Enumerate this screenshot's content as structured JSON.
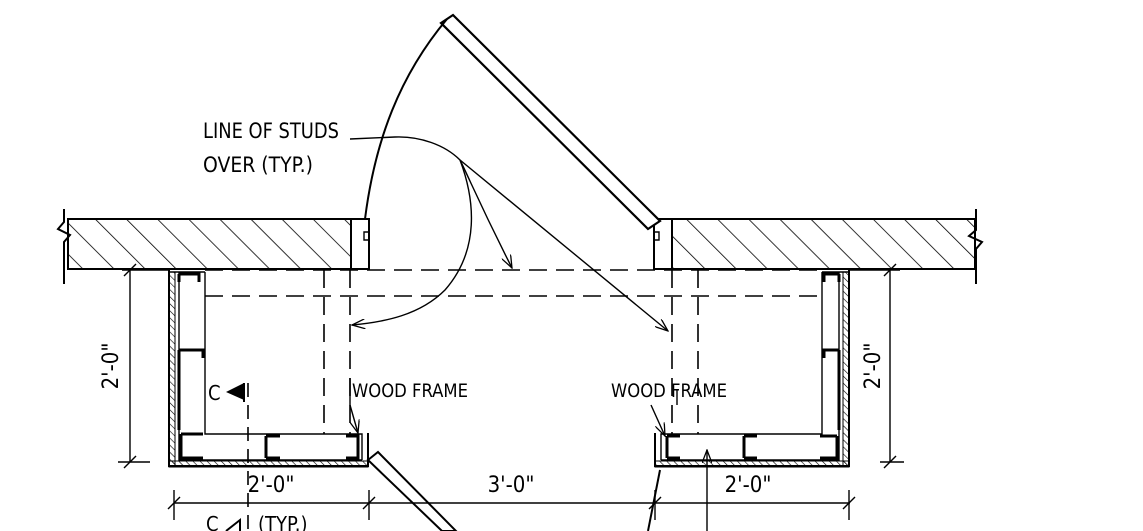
{
  "annotations": {
    "studs_line1": "LINE OF STUDS",
    "studs_line2": "OVER (TYP.)",
    "wood_frame_left": "WOOD FRAME",
    "wood_frame_right": "WOOD FRAME"
  },
  "dimensions": {
    "left_depth": "2'-0\"",
    "right_depth": "2'-0\"",
    "left_width": "2'-0\"",
    "door_opening": "3'-0\"",
    "right_width": "2'-0\""
  },
  "section": {
    "marker": "C",
    "marker_bottom": "C",
    "typ": "(TYP.)"
  }
}
